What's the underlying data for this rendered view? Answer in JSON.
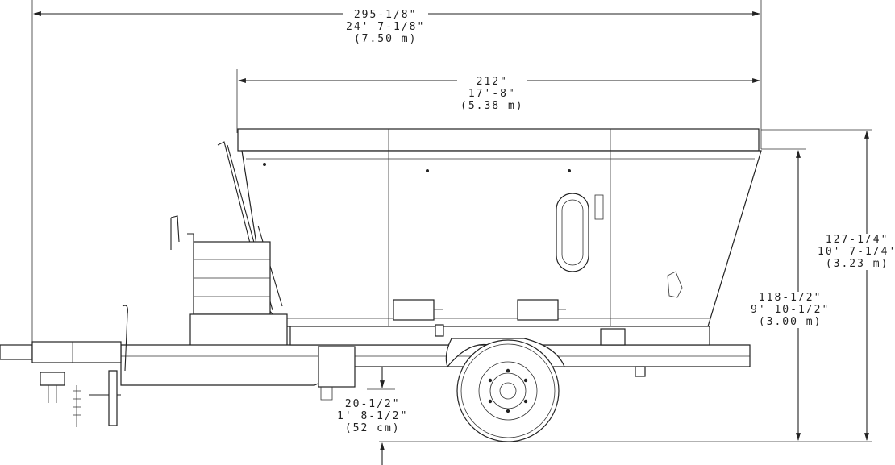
{
  "dimensions": {
    "overall_length": {
      "inches": "295-1/8\"",
      "feet": "24' 7-1/8\"",
      "metric": "(7.50 m)"
    },
    "tub_length": {
      "inches": "212\"",
      "feet": "17'-8\"",
      "metric": "(5.38 m)"
    },
    "overall_height": {
      "inches": "127-1/4\"",
      "feet": "10' 7-1/4'",
      "metric": "(3.23 m)"
    },
    "tub_height": {
      "inches": "118-1/2\"",
      "feet": "9' 10-1/2\"",
      "metric": "(3.00 m)"
    },
    "ground_clearance": {
      "inches": "20-1/2\"",
      "feet": "1' 8-1/2\"",
      "metric": "(52 cm)"
    }
  },
  "icons": {
    "wheel": "wheel-icon",
    "hitch": "hitch-icon",
    "ladder": "ladder-icon",
    "inspection_door": "inspection-door-icon"
  }
}
